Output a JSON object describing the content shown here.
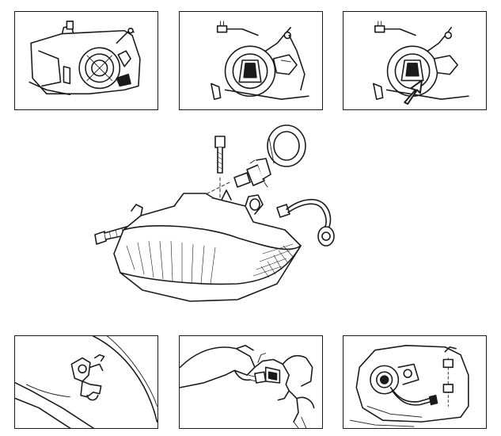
{
  "figure": {
    "description_panels": [
      {
        "id": "step-1",
        "icon": "headlamp-rear-housing-icon"
      },
      {
        "id": "step-2",
        "icon": "bulb-socket-connector-icon"
      },
      {
        "id": "step-3",
        "icon": "bulb-removal-arrow-icon"
      },
      {
        "id": "step-4",
        "icon": "headlamp-mount-view-icon"
      },
      {
        "id": "step-5",
        "icon": "hand-bulb-replacement-icon"
      },
      {
        "id": "step-6",
        "icon": "headlamp-connector-view-icon"
      }
    ],
    "main": {
      "icon": "headlamp-exploded-view-icon"
    }
  },
  "colors": {
    "line": "#1a1a1a",
    "background": "#ffffff"
  }
}
